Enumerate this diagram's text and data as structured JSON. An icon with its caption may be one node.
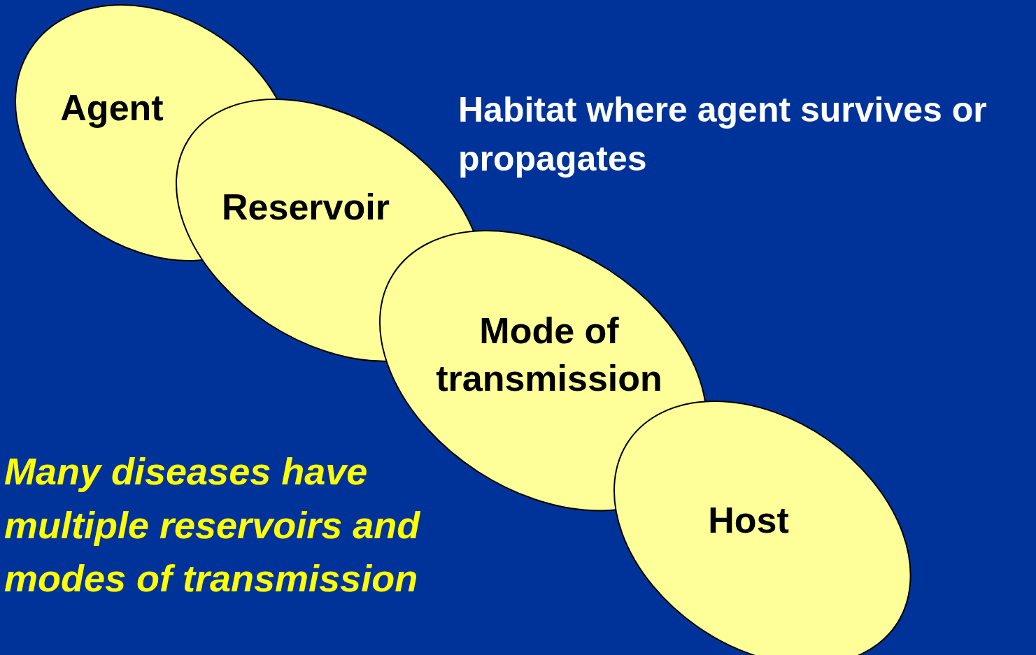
{
  "diagram": {
    "nodes": [
      {
        "text": [
          "Agent"
        ]
      },
      {
        "text": [
          "Reservoir"
        ]
      },
      {
        "text": [
          "Mode of transmission"
        ]
      },
      {
        "text": [
          "Host"
        ]
      }
    ],
    "labels": [
      "Habitat where agent survives or propagates",
      "Many diseases have multiple reservoirs and modes of transmission"
    ]
  }
}
